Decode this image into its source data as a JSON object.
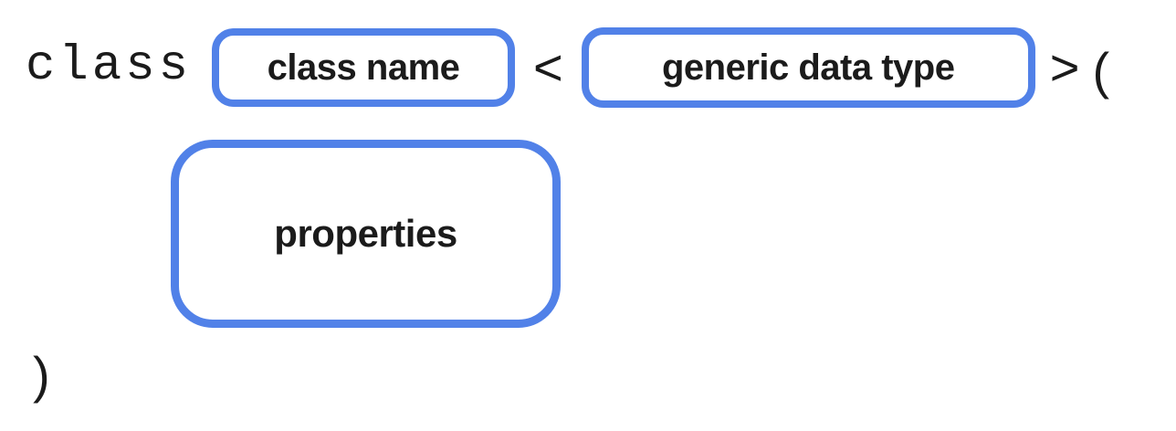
{
  "colors": {
    "box_border_blue": "#5181e8",
    "text": "#1b1b1b",
    "background": "#ffffff"
  },
  "syntax_diagram": {
    "keyword": "class",
    "class_name_box": {
      "label": "class name"
    },
    "open_angle_bracket": "<",
    "generic_type_box": {
      "label": "generic data type"
    },
    "close_angle_bracket": ">",
    "open_paren": "(",
    "properties_box": {
      "label": "properties"
    },
    "close_paren": ")"
  }
}
